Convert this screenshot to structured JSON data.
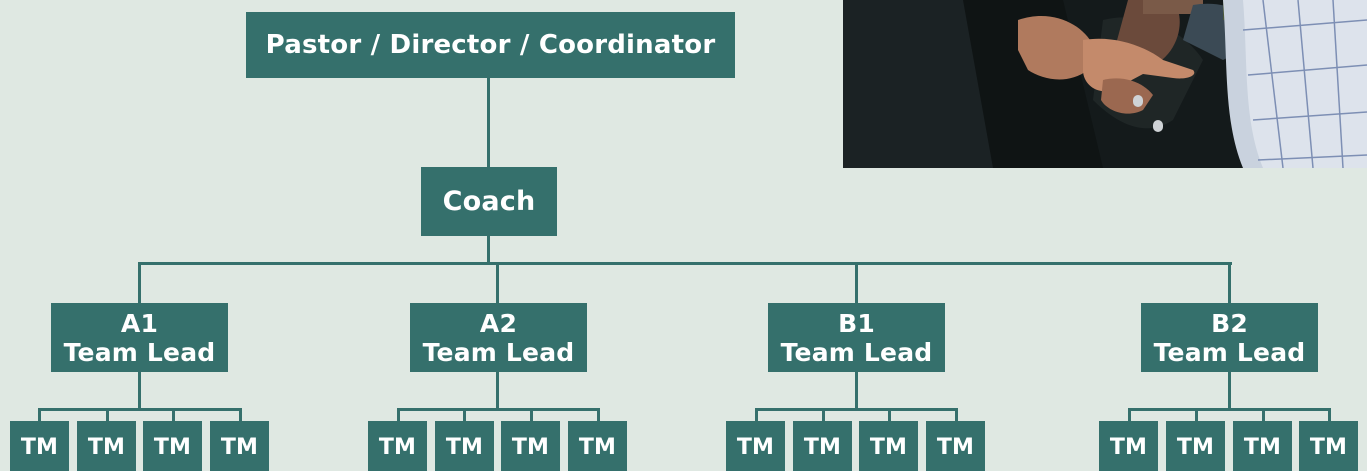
{
  "top": {
    "label": "Pastor / Director / Coordinator"
  },
  "coach": {
    "label": "Coach"
  },
  "leads": [
    {
      "id": "A1",
      "role": "Team Lead"
    },
    {
      "id": "A2",
      "role": "Team Lead"
    },
    {
      "id": "B1",
      "role": "Team Lead"
    },
    {
      "id": "B2",
      "role": "Team Lead"
    }
  ],
  "member_label": "TM",
  "colors": {
    "box": "#35706c",
    "background": "#dfe8e2",
    "text": "#ffffff"
  }
}
